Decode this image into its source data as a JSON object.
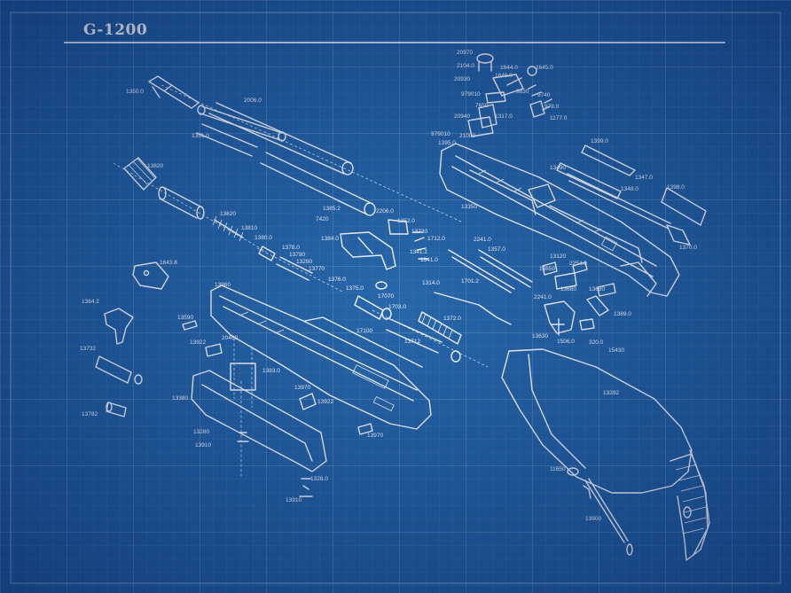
{
  "title": "G-1200",
  "colors": {
    "background": "#1c5fa6",
    "lines": "#f3f7ff"
  },
  "labels": {
    "p1": "1350.0",
    "p2": "2006.0",
    "p3": "1351.0",
    "p4": "13820",
    "p5": "13620",
    "p6": "13810",
    "p7": "1380.0",
    "p8": "1378.0",
    "p9": "13790",
    "p10": "13290",
    "p11": "13770",
    "p12": "1376.0",
    "p13": "1643.8",
    "p14": "1364.2",
    "p15": "13590",
    "p16": "13922",
    "p17": "13732",
    "p18": "13782",
    "p19": "13960",
    "p20": "20460",
    "p21": "1383.0",
    "p22": "13380",
    "p23": "13280",
    "p24": "13910",
    "p25": "13970",
    "p26": "13922",
    "p27": "13970",
    "p28": "1328.0",
    "p29": "13910",
    "p30": "1385.2",
    "p31": "7420",
    "p32": "2206.0",
    "p33": "1352.0",
    "p34": "1384.0",
    "p35": "13730",
    "p36": "1712.0",
    "p37": "1341.2",
    "p38": "1341.0",
    "p39": "1375.0",
    "p40": "17070",
    "p41": "1703.0",
    "p42": "17100",
    "p43": "13712",
    "p44": "1372.0",
    "p45": "1314.0",
    "p46": "1701.2",
    "p47": "2241.0",
    "p48": "1357.0",
    "p49": "20970",
    "p50": "2104.0",
    "p51": "1644.0",
    "p52": "1645.0",
    "p53": "20930",
    "p54": "1646.0",
    "p55": "9830",
    "p56": "979010",
    "p57": "9740",
    "p58": "7650",
    "p59": "978.0",
    "p60": "20940",
    "p61": "1317.0",
    "p62": "1177.0",
    "p63": "979010",
    "p64": "21000",
    "p65": "1395.0",
    "p66": "1399.0",
    "p67": "13490",
    "p68": "1347.0",
    "p69": "1348.0",
    "p70": "1398.0",
    "p71": "13350",
    "p72": "1370.0",
    "p73": "13120",
    "p74": "13650",
    "p75": "2254.0",
    "p76": "13660",
    "p77": "13680",
    "p78": "2241.0",
    "p79": "1389.0",
    "p80": "13630",
    "p81": "1506.0",
    "p82": "320.0",
    "p83": "15430",
    "p84": "13392",
    "p85": "11650",
    "p86": "13900"
  }
}
